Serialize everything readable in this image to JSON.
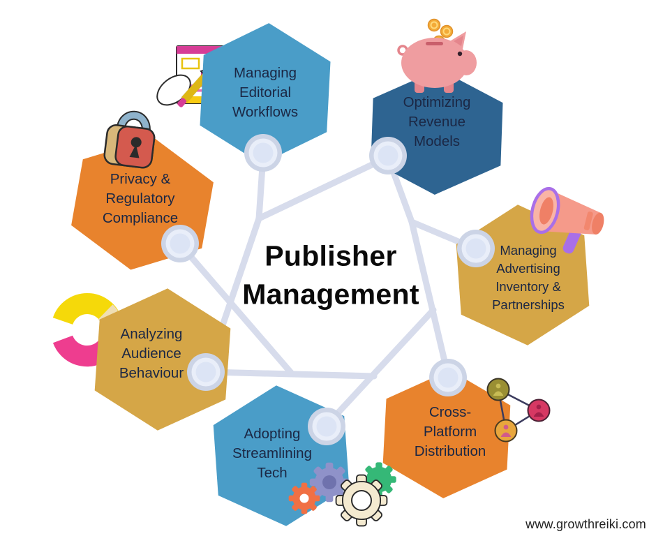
{
  "title": {
    "line1": "Publisher",
    "line2": "Management"
  },
  "footer": {
    "website": "www.growthreiki.com"
  },
  "colors": {
    "hex_blue": "#4a9dc8",
    "hex_dark_blue": "#2e6491",
    "hex_gold": "#d5a647",
    "hex_orange": "#e8832d",
    "connector_line": "#d7dcec",
    "node_ring": "#ccd4e6",
    "node_mid": "#e9eef9",
    "node_center": "#dce4f5",
    "label_text": "#1b2744",
    "title_text": "#0a0a0a"
  },
  "hexagons": [
    {
      "id": "editorial",
      "icon": "pencil-document-icon",
      "color": "#4a9dc8",
      "label_lines": [
        "Managing",
        "Editorial",
        "Workflows"
      ]
    },
    {
      "id": "revenue",
      "icon": "piggy-bank-icon",
      "color": "#2e6491",
      "label_lines": [
        "Optimizing",
        "Revenue",
        "Models"
      ]
    },
    {
      "id": "advertising",
      "icon": "megaphone-icon",
      "color": "#d5a647",
      "label_lines": [
        "Managing",
        "Advertising",
        "Inventory &",
        "Partnerships"
      ]
    },
    {
      "id": "distribution",
      "icon": "network-people-icon",
      "color": "#e8832d",
      "label_lines": [
        "Cross-",
        "Platform",
        "Distribution"
      ]
    },
    {
      "id": "tech",
      "icon": "gears-icon",
      "color": "#4a9dc8",
      "label_lines": [
        "Adopting",
        "Streamlining",
        "Tech"
      ]
    },
    {
      "id": "audience",
      "icon": "donut-chart-icon",
      "color": "#d5a647",
      "label_lines": [
        "Analyzing",
        "Audience",
        "Behaviour"
      ]
    },
    {
      "id": "privacy",
      "icon": "padlock-icon",
      "color": "#e8832d",
      "label_lines": [
        "Privacy &",
        "Regulatory",
        "Compliance"
      ]
    }
  ]
}
